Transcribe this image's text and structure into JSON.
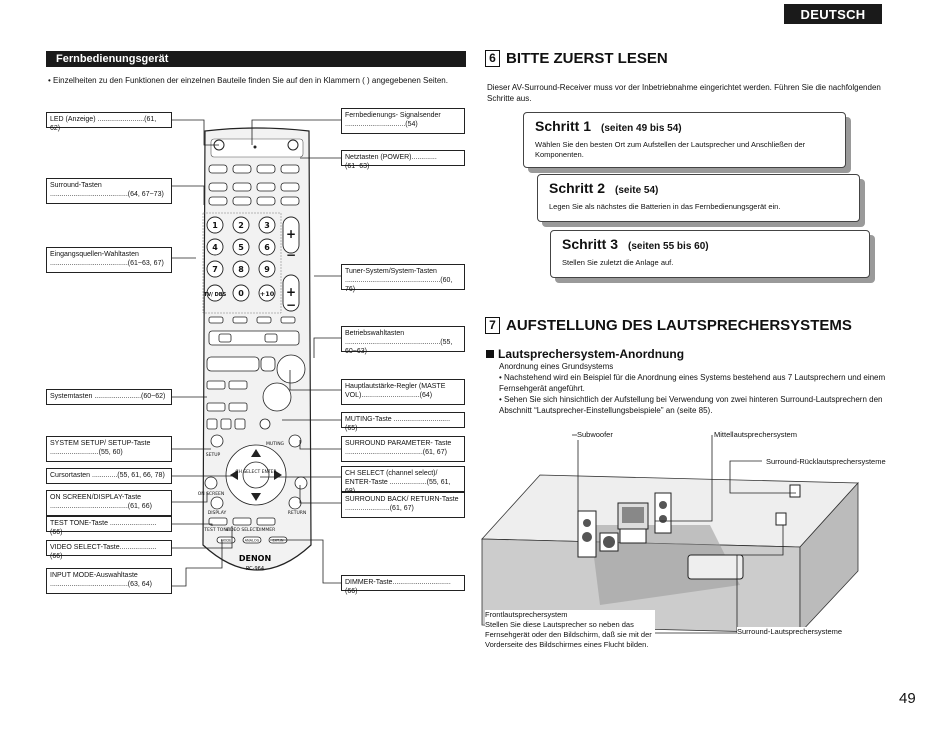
{
  "header": {
    "language": "DEUTSCH",
    "page_number": "49"
  },
  "left": {
    "section_title": "Fernbedienungsgerät",
    "note": "• Einzelheiten zu den Funktionen der einzelnen Bauteile finden Sie auf den in Klammern (     ) angegebenen Seiten.",
    "labels_left": [
      "LED (Anzeige) ........................(61, 62)",
      "Surround-Tasten ........................................(64, 67~73)",
      "Eingangsquellen-Wahltasten ........................................(61~63, 67)",
      "Systemtasten ........................(60~62)",
      "SYSTEM SETUP/ SETUP-Taste .........................(55, 60)",
      "Cursortasten .............(55, 61, 66, 78)",
      "ON SCREEN/DISPLAY-Taste ........................................(61, 66)",
      "TEST TONE-Taste ........................(66)",
      "VIDEO SELECT-Taste...................(66)",
      "INPUT MODE-Auswahltaste ........................................(63, 64)"
    ],
    "labels_right": [
      "Fernbedienungs- Signalsender ...............................(54)",
      "Netztasten (POWER).............(61~63)",
      "Tuner-System/System-Tasten .................................................(60, 76)",
      "Betriebswahltasten .................................................(55, 60~63)",
      "Hauptlautstärke-Regler (MASTE VOL)..............................(64)",
      "MUTING-Taste .............................(65)",
      "SURROUND PARAMETER- Taste ........................................(61, 67)",
      "CH SELECT (channel select)/ ENTER-Taste ...................(55, 61, 68)",
      "SURROUND BACK/ RETURN-Taste .......................(61, 67)",
      "DIMMER-Taste..............................(66)"
    ],
    "remote": {
      "brand": "DENON",
      "model": "RC-964",
      "digits": [
        "1",
        "2",
        "3",
        "4",
        "5",
        "6",
        "7",
        "8",
        "9",
        "TV/ DBS",
        "0",
        "+10"
      ],
      "bottom_buttons": [
        "MODE",
        "ANALOG",
        "EXT.IN"
      ],
      "small_labels": {
        "on_screen": "ON SCREEN",
        "display": "DISPLAY",
        "test_tone": "TEST TONE",
        "video_select": "VIDEO SELECT",
        "dimmer": "DIMMER",
        "muting": "MUTING",
        "setup": "SETUP",
        "return": "RETURN",
        "ch_select": "CH SELECT ENTER"
      }
    }
  },
  "right": {
    "section6": {
      "num": "6",
      "title": "BITTE ZUERST LESEN",
      "intro": "Dieser AV-Surround-Receiver muss vor der Inbetriebnahme eingerichtet werden. Führen Sie die nachfolgenden Schritte aus."
    },
    "steps": [
      {
        "title": "Schritt 1",
        "pages": "(seiten 49 bis 54)",
        "desc": "Wählen Sie den besten Ort zum Aufstellen der Lautsprecher und Anschließen der Komponenten."
      },
      {
        "title": "Schritt 2",
        "pages": "(seite 54)",
        "desc": "Legen Sie als nächstes die Batterien in das Fernbedienungsgerät ein."
      },
      {
        "title": "Schritt 3",
        "pages": "(seiten 55 bis 60)",
        "desc": "Stellen Sie zuletzt die Anlage auf."
      }
    ],
    "section7": {
      "num": "7",
      "title": "AUFSTELLUNG DES LAUTSPRECHERSYSTEMS"
    },
    "subsection": "Lautsprechersystem-Anordnung",
    "subsection_lead": "Anordnung eines Grundsystems",
    "bullets": [
      "• Nachstehend wird ein Beispiel für die Anordnung eines Systems bestehend aus 7 Lautsprechern und einem Fernsehgerät angeführt.",
      "• Sehen Sie sich hinsichtlich der Aufstellung bei Verwendung von zwei hinteren Surround-Lautsprechern den Abschnitt “Lautsprecher-Einstellungsbeispiele” an (seite 85)."
    ],
    "diagram_labels": {
      "subwoofer": "Subwoofer",
      "center": "Mittellautsprechersystem",
      "surround_back": "Surround-Rücklautsprechersysteme",
      "surround": "Surround-Lautsprechersysteme",
      "front": "Frontlautsprechersystem\nStellen Sie diese Lautsprecher so neben das Fernsehgerät oder den Bildschirm, daß sie mit der Vorderseite des Bildschirmes eines Flucht bilden."
    }
  }
}
